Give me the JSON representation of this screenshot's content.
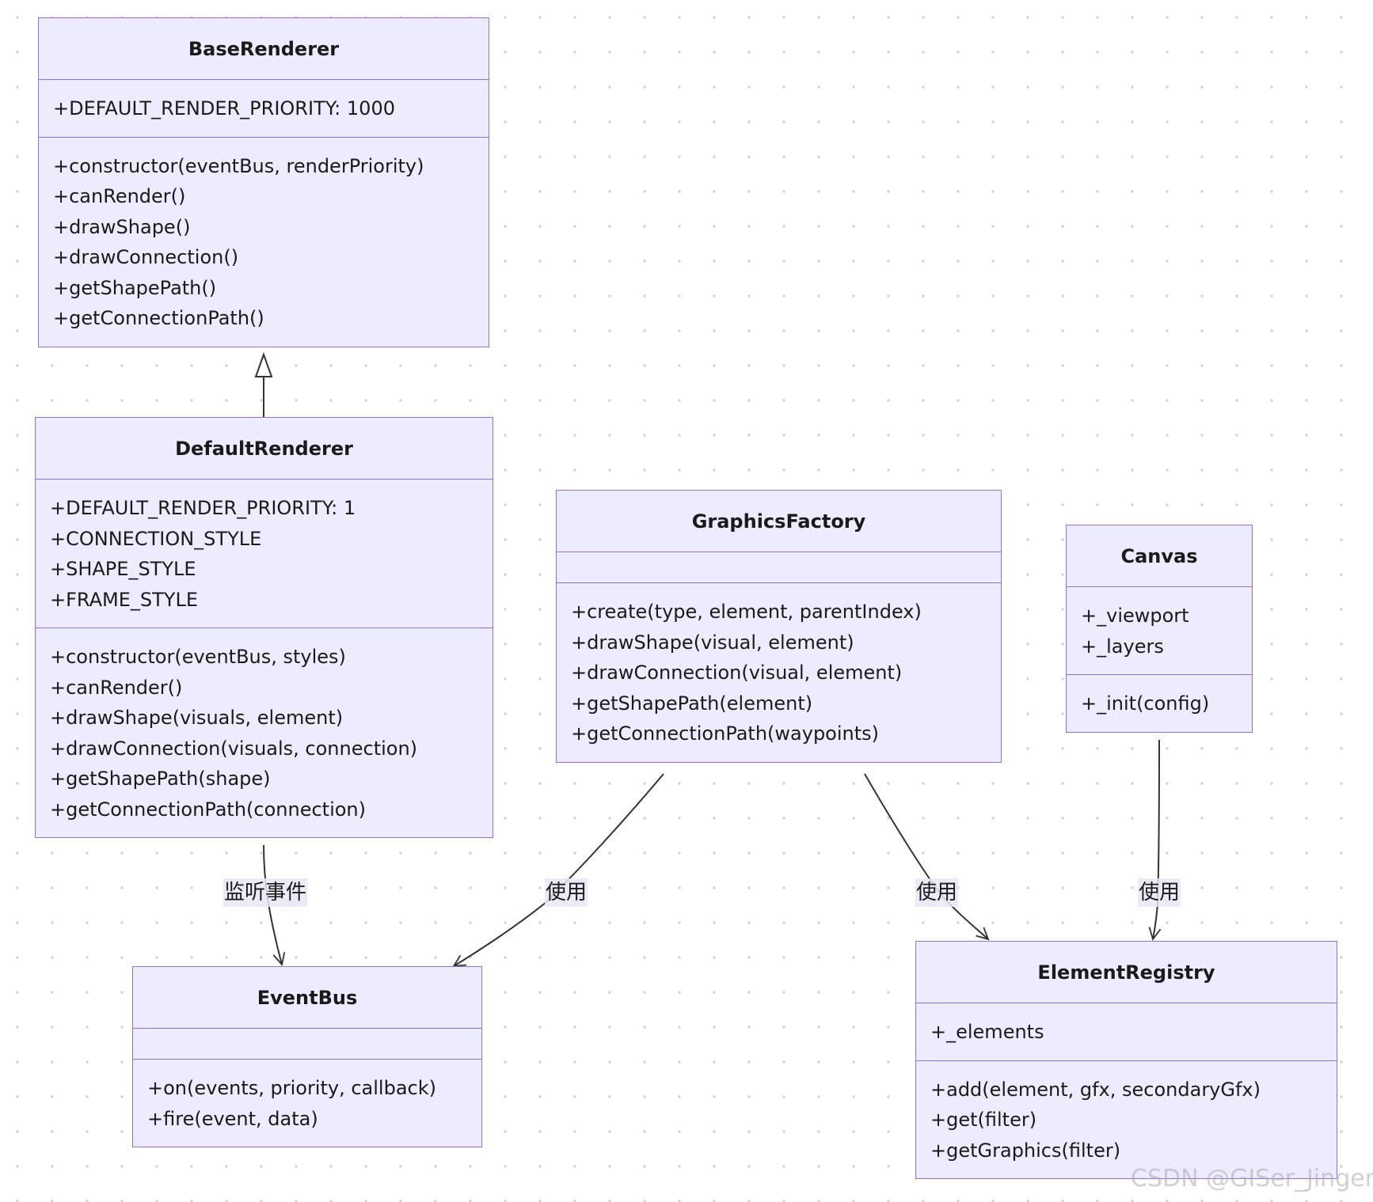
{
  "classes": {
    "base_renderer": {
      "name": "BaseRenderer",
      "attributes": [
        "+DEFAULT_RENDER_PRIORITY: 1000"
      ],
      "methods": [
        "+constructor(eventBus, renderPriority)",
        "+canRender()",
        "+drawShape()",
        "+drawConnection()",
        "+getShapePath()",
        "+getConnectionPath()"
      ]
    },
    "default_renderer": {
      "name": "DefaultRenderer",
      "attributes": [
        "+DEFAULT_RENDER_PRIORITY: 1",
        "+CONNECTION_STYLE",
        "+SHAPE_STYLE",
        "+FRAME_STYLE"
      ],
      "methods": [
        "+constructor(eventBus, styles)",
        "+canRender()",
        "+drawShape(visuals, element)",
        "+drawConnection(visuals, connection)",
        "+getShapePath(shape)",
        "+getConnectionPath(connection)"
      ]
    },
    "graphics_factory": {
      "name": "GraphicsFactory",
      "attributes": [],
      "methods": [
        "+create(type, element, parentIndex)",
        "+drawShape(visual, element)",
        "+drawConnection(visual, element)",
        "+getShapePath(element)",
        "+getConnectionPath(waypoints)"
      ]
    },
    "canvas": {
      "name": "Canvas",
      "attributes": [
        "+_viewport",
        "+_layers"
      ],
      "methods": [
        "+_init(config)"
      ]
    },
    "event_bus": {
      "name": "EventBus",
      "attributes": [],
      "methods": [
        "+on(events, priority, callback)",
        "+fire(event, data)"
      ]
    },
    "element_registry": {
      "name": "ElementRegistry",
      "attributes": [
        "+_elements"
      ],
      "methods": [
        "+add(element, gfx, secondaryGfx)",
        "+get(filter)",
        "+getGraphics(filter)"
      ]
    }
  },
  "relations": {
    "default_to_eventbus": "监听事件",
    "factory_to_eventbus": "使用",
    "factory_to_registry": "使用",
    "canvas_to_registry": "使用"
  },
  "watermark": "CSDN @GISer_Jinger"
}
